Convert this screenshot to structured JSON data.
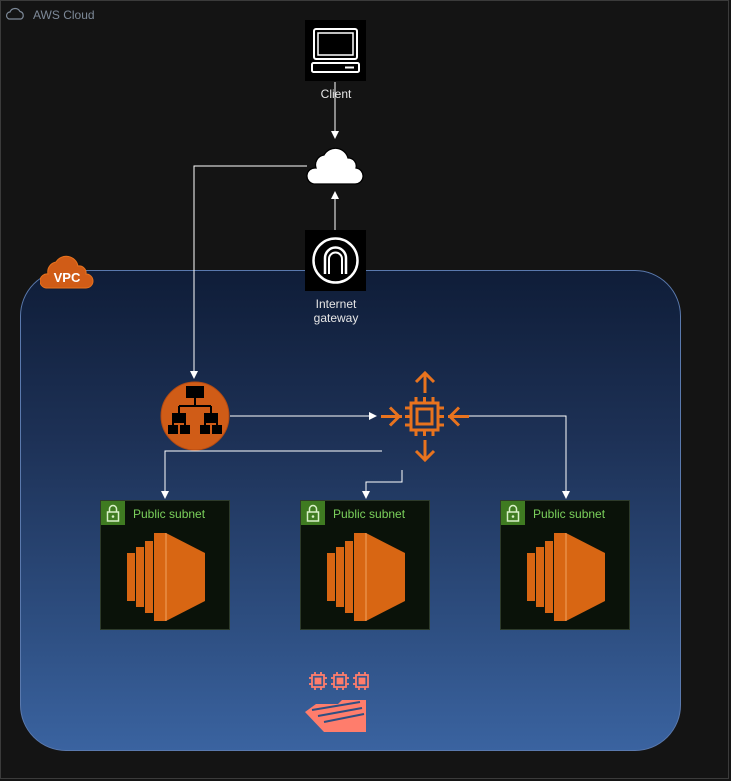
{
  "cloud": {
    "label": "AWS Cloud",
    "icon": "cloud-icon"
  },
  "vpc": {
    "label": "VPC",
    "icon": "vpc-cloud-icon",
    "border_color": "#5a79ad"
  },
  "nodes": {
    "client": {
      "label": "Client",
      "icon": "client-monitor-icon"
    },
    "internet": {
      "icon": "internet-cloud-icon"
    },
    "gateway": {
      "label_line1": "Internet",
      "label_line2": "gateway",
      "icon": "internet-gateway-icon"
    },
    "load_balancer": {
      "icon": "load-balancer-icon",
      "color": "#d05c17"
    },
    "auto_scaling": {
      "icon": "auto-scaling-icon",
      "color": "#e8731e"
    },
    "efs": {
      "icon": "efs-icon",
      "color": "#ff7d6c"
    }
  },
  "subnets": [
    {
      "label": "Public subnet",
      "icon": "ec2-instance-icon"
    },
    {
      "label": "Public subnet",
      "icon": "ec2-instance-icon"
    },
    {
      "label": "Public subnet",
      "icon": "ec2-instance-icon"
    }
  ],
  "colors": {
    "subnet_accent": "#7bd15b",
    "ec2_orange": "#d86613",
    "edge": "#ffffff"
  }
}
